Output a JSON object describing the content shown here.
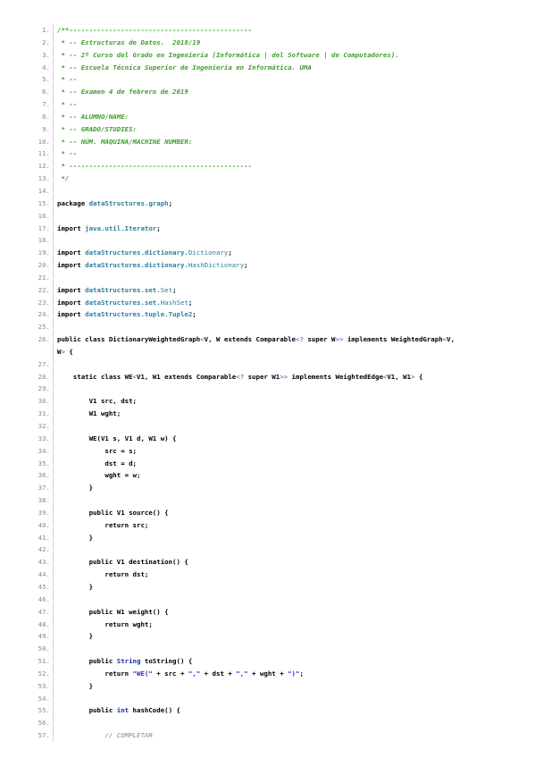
{
  "lines": [
    {
      "n": "1.",
      "segs": [
        [
          "cm",
          "/**----------------------------------------------"
        ]
      ]
    },
    {
      "n": "2.",
      "segs": [
        [
          "cm",
          " * -- Estructuras de Datos.  2018/19"
        ]
      ]
    },
    {
      "n": "3.",
      "segs": [
        [
          "cm",
          " * -- 2º Curso del Grado en Ingeniería [Informática | del Software | de Computadores]."
        ]
      ]
    },
    {
      "n": "4.",
      "segs": [
        [
          "cm",
          " * -- Escuela Técnica Superior de Ingeniería en Informática. UMA"
        ]
      ]
    },
    {
      "n": "5.",
      "segs": [
        [
          "cm",
          " * --"
        ]
      ]
    },
    {
      "n": "6.",
      "segs": [
        [
          "cm",
          " * -- Examen 4 de febrero de 2019"
        ]
      ]
    },
    {
      "n": "7.",
      "segs": [
        [
          "cm",
          " * --"
        ]
      ]
    },
    {
      "n": "8.",
      "segs": [
        [
          "cm",
          " * -- ALUMNO/NAME:"
        ]
      ]
    },
    {
      "n": "9.",
      "segs": [
        [
          "cm",
          " * -- GRADO/STUDIES:"
        ]
      ]
    },
    {
      "n": "10.",
      "segs": [
        [
          "cm",
          " * -- NÚM. MÁQUINA/MACHINE NUMBER:"
        ]
      ]
    },
    {
      "n": "11.",
      "segs": [
        [
          "cm",
          " * --"
        ]
      ]
    },
    {
      "n": "12.",
      "segs": [
        [
          "cm",
          " * ----------------------------------------------"
        ]
      ]
    },
    {
      "n": "13.",
      "segs": [
        [
          "cm",
          " */"
        ]
      ]
    },
    {
      "n": "14.",
      "segs": []
    },
    {
      "n": "15.",
      "segs": [
        [
          "kw",
          "package "
        ],
        [
          "pk",
          "dataStructures.graph"
        ],
        [
          "pl",
          ";"
        ]
      ]
    },
    {
      "n": "16.",
      "segs": []
    },
    {
      "n": "17.",
      "segs": [
        [
          "kw",
          "import "
        ],
        [
          "pk",
          "java.util.Iterator"
        ],
        [
          "pl",
          ";"
        ]
      ]
    },
    {
      "n": "18.",
      "segs": []
    },
    {
      "n": "19.",
      "segs": [
        [
          "kw",
          "import "
        ],
        [
          "pk",
          "dataStructures.dictionary."
        ],
        [
          "gn",
          "Dictionary"
        ],
        [
          "pl",
          ";"
        ]
      ]
    },
    {
      "n": "20.",
      "segs": [
        [
          "kw",
          "import "
        ],
        [
          "pk",
          "dataStructures.dictionary."
        ],
        [
          "gn",
          "HashDictionary"
        ],
        [
          "pl",
          ";"
        ]
      ]
    },
    {
      "n": "21.",
      "segs": []
    },
    {
      "n": "22.",
      "segs": [
        [
          "kw",
          "import "
        ],
        [
          "pk",
          "dataStructures.set."
        ],
        [
          "gn",
          "Set"
        ],
        [
          "pl",
          ";"
        ]
      ]
    },
    {
      "n": "23.",
      "segs": [
        [
          "kw",
          "import "
        ],
        [
          "pk",
          "dataStructures.set."
        ],
        [
          "gn",
          "HashSet"
        ],
        [
          "pl",
          ";"
        ]
      ]
    },
    {
      "n": "24.",
      "segs": [
        [
          "kw",
          "import "
        ],
        [
          "pk",
          "dataStructures.tuple.Tuple2"
        ],
        [
          "pl",
          ";"
        ]
      ]
    },
    {
      "n": "25.",
      "segs": []
    },
    {
      "n": "26.",
      "segs": [
        [
          "kw",
          "public class "
        ],
        [
          "pl",
          "DictionaryWeightedGraph"
        ],
        [
          "gn2",
          "<"
        ],
        [
          "pl",
          "V, W extends Comparable"
        ],
        [
          "gn2",
          "<?"
        ],
        [
          "pl",
          " super W"
        ],
        [
          "gn2",
          ">>"
        ],
        [
          "pl",
          " implements WeightedGraph"
        ],
        [
          "gn2",
          "<"
        ],
        [
          "pl",
          "V,"
        ]
      ]
    },
    {
      "n": "",
      "segs": [
        [
          "pl",
          "W"
        ],
        [
          "gn2",
          ">"
        ],
        [
          "pl",
          " {"
        ]
      ]
    },
    {
      "n": "27.",
      "segs": []
    },
    {
      "n": "28.",
      "segs": [
        [
          "pl",
          "    static class WE"
        ],
        [
          "gn2",
          "<"
        ],
        [
          "pl",
          "V1, W1 extends Comparable"
        ],
        [
          "gn2",
          "<?"
        ],
        [
          "pl",
          " super W1"
        ],
        [
          "gn2",
          ">>"
        ],
        [
          "pl",
          " implements WeightedEdge"
        ],
        [
          "gn2",
          "<"
        ],
        [
          "pl",
          "V1, W1"
        ],
        [
          "gn2",
          ">"
        ],
        [
          "pl",
          " {"
        ]
      ]
    },
    {
      "n": "29.",
      "segs": []
    },
    {
      "n": "30.",
      "segs": [
        [
          "pl",
          "        V1 src, dst;"
        ]
      ]
    },
    {
      "n": "31.",
      "segs": [
        [
          "pl",
          "        W1 wght;"
        ]
      ]
    },
    {
      "n": "32.",
      "segs": []
    },
    {
      "n": "33.",
      "segs": [
        [
          "pl",
          "        WE(V1 s, V1 d, W1 w) {"
        ]
      ]
    },
    {
      "n": "34.",
      "segs": [
        [
          "pl",
          "            src = s;"
        ]
      ]
    },
    {
      "n": "35.",
      "segs": [
        [
          "pl",
          "            dst = d;"
        ]
      ]
    },
    {
      "n": "36.",
      "segs": [
        [
          "pl",
          "            wght = w;"
        ]
      ]
    },
    {
      "n": "37.",
      "segs": [
        [
          "pl",
          "        }"
        ]
      ]
    },
    {
      "n": "38.",
      "segs": []
    },
    {
      "n": "39.",
      "segs": [
        [
          "pl",
          "        public V1 source() {"
        ]
      ]
    },
    {
      "n": "40.",
      "segs": [
        [
          "pl",
          "            return src;"
        ]
      ]
    },
    {
      "n": "41.",
      "segs": [
        [
          "pl",
          "        }"
        ]
      ]
    },
    {
      "n": "42.",
      "segs": []
    },
    {
      "n": "43.",
      "segs": [
        [
          "pl",
          "        public V1 destination() {"
        ]
      ]
    },
    {
      "n": "44.",
      "segs": [
        [
          "pl",
          "            return dst;"
        ]
      ]
    },
    {
      "n": "45.",
      "segs": [
        [
          "pl",
          "        }"
        ]
      ]
    },
    {
      "n": "46.",
      "segs": []
    },
    {
      "n": "47.",
      "segs": [
        [
          "pl",
          "        public W1 weight() {"
        ]
      ]
    },
    {
      "n": "48.",
      "segs": [
        [
          "pl",
          "            return wght;"
        ]
      ]
    },
    {
      "n": "49.",
      "segs": [
        [
          "pl",
          "        }"
        ]
      ]
    },
    {
      "n": "50.",
      "segs": []
    },
    {
      "n": "51.",
      "segs": [
        [
          "pl",
          "        public "
        ],
        [
          "ty",
          "String"
        ],
        [
          "pl",
          " toString() {"
        ]
      ]
    },
    {
      "n": "52.",
      "segs": [
        [
          "pl",
          "            return "
        ],
        [
          "st",
          "\"WE(\""
        ],
        [
          "pl",
          " + src + "
        ],
        [
          "st",
          "\",\""
        ],
        [
          "pl",
          " + dst + "
        ],
        [
          "st",
          "\",\""
        ],
        [
          "pl",
          " + wght + "
        ],
        [
          "st",
          "\")\""
        ],
        [
          "pl",
          ";"
        ]
      ]
    },
    {
      "n": "53.",
      "segs": [
        [
          "pl",
          "        }"
        ]
      ]
    },
    {
      "n": "54.",
      "segs": []
    },
    {
      "n": "55.",
      "segs": [
        [
          "pl",
          "        public "
        ],
        [
          "ty",
          "int"
        ],
        [
          "pl",
          " hashCode() {"
        ]
      ]
    },
    {
      "n": "56.",
      "segs": []
    },
    {
      "n": "57.",
      "segs": [
        [
          "cm2",
          "            // COMPLETAR"
        ]
      ]
    }
  ]
}
